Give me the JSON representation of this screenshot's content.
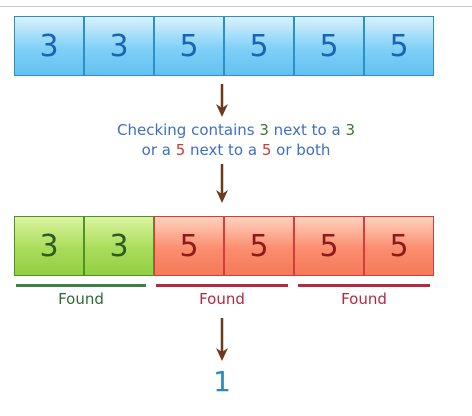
{
  "input_row": {
    "cells": [
      "3",
      "3",
      "5",
      "5",
      "5",
      "5"
    ]
  },
  "instruction": {
    "line1_pre": "Checking contains ",
    "line1_num1": "3",
    "line1_mid": " next to a ",
    "line1_num2": "3",
    "line2_pre": "or a ",
    "line2_num1": "5",
    "line2_mid": " next to a ",
    "line2_num2": "5",
    "line2_post": " or both"
  },
  "output_row": {
    "cells": [
      "3",
      "3",
      "5",
      "5",
      "5",
      "5"
    ]
  },
  "found_labels": [
    "Found",
    "Found",
    "Found"
  ],
  "result": "1",
  "colors": {
    "blue_fill": "#7fd0f7",
    "green_fill": "#a9dc5a",
    "red_fill": "#fb8d6e",
    "arrow": "#6b3a1a",
    "found_green": "#3f7f4f",
    "found_red": "#b02a44"
  }
}
